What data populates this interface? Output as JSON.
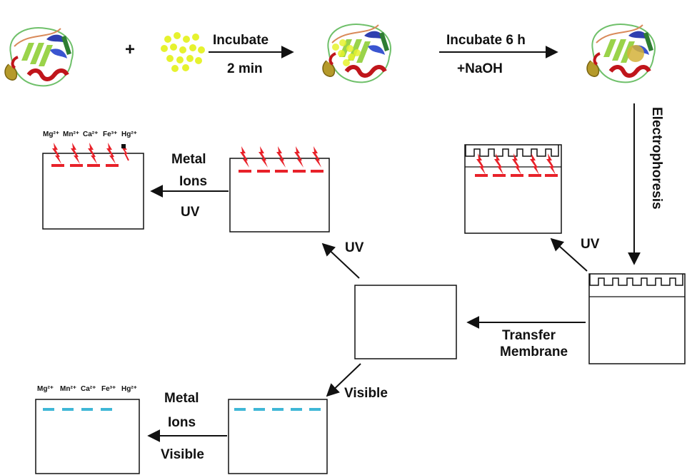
{
  "step1": {
    "plus": "+",
    "arrow_line1": "Incubate",
    "arrow_line2": "2 min"
  },
  "step2": {
    "arrow_line1": "Incubate  6 h",
    "arrow_line2": "+NaOH"
  },
  "electrophoresis": "Electrophoresis",
  "uv_right": "UV",
  "transfer_line1": "Transfer",
  "transfer_line2": "Membrane",
  "uv_mid": "UV",
  "metal_uv": {
    "line1": "Metal",
    "line2": "Ions",
    "line3": "UV"
  },
  "visible_mid": "Visible",
  "metal_visible": {
    "line1": "Metal",
    "line2": "Ions",
    "line3": "Visible"
  },
  "ions_top": [
    "Mg²⁺",
    "Mn²⁺",
    "Ca²⁺",
    "Fe³⁺",
    "Hg²⁺"
  ],
  "ions_bottom": [
    "Mg²⁺",
    "Mn²⁺",
    "Ca²⁺",
    "Fe³⁺",
    "Hg²⁺"
  ],
  "colors": {
    "uv_band": "#e8222a",
    "visible_band": "#3fb7d6",
    "nanocluster": "#e6f22e"
  }
}
